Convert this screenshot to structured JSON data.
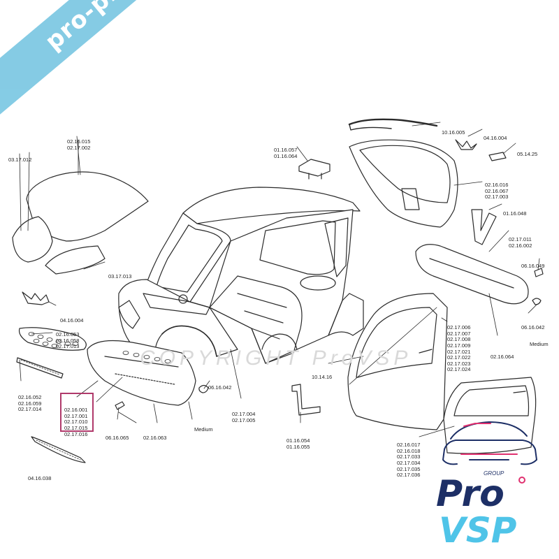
{
  "banner": {
    "text": "pro-piece-vsp.com"
  },
  "watermark": {
    "text": "COPYRIGHT ProVSP"
  },
  "logo": {
    "group_text": "GROUP",
    "top_word": "Pro",
    "bottom_word": "VSP",
    "colors": {
      "navy": "#1d2f66",
      "cyan": "#4fc4e8",
      "pink": "#e0306f"
    }
  },
  "highlight_color": "#b03a6b",
  "labels": {
    "hood_codes": [
      "02.16.015",
      "02.17.002"
    ],
    "windshield_code": [
      "03.17.012"
    ],
    "roof_panel_code": [
      "03.17.013"
    ],
    "rear_emblem_code": [
      "04.16.004"
    ],
    "grille_codes": [
      "02.16.053",
      "02.16.058",
      "02.17.013"
    ],
    "side_grille_codes": [
      "02.16.052",
      "02.16.059",
      "02.17.014"
    ],
    "bumper_codes": [
      "02.16.001",
      "02.17.001",
      "02.17.010",
      "02.17.015",
      "02.17.016"
    ],
    "screw_code": [
      "06.16.065"
    ],
    "bumper_medium_code": [
      "02.16.063"
    ],
    "bumper_medium_text": [
      "Medium"
    ],
    "bottom_grille_code": [
      "04.16.038"
    ],
    "hinge_codes": [
      "01.16.057",
      "01.16.064"
    ],
    "clip_center_code": [
      "06.16.042"
    ],
    "body_codes": [
      "02.17.004",
      "02.17.005"
    ],
    "bracket_codes": [
      "01.16.054",
      "01.16.055"
    ],
    "door_seal_code": [
      "10.14.16"
    ],
    "weatherstrip_code": [
      "10.16.005"
    ],
    "emblem_right_code": [
      "04.16.004"
    ],
    "badge_code": [
      "05.14.25"
    ],
    "tailgate_codes": [
      "02.16.016",
      "02.16.067",
      "02.17.003"
    ],
    "strut_code": [
      "01.16.048"
    ],
    "rear_bumper_codes": [
      "02.17.011",
      "02.16.002"
    ],
    "screw_right_code": [
      "06.16.049"
    ],
    "clip_right_code": [
      "06.16.042"
    ],
    "medium_right_text": [
      "Medium"
    ],
    "rear_bumper_medium_code": [
      "02.16.064"
    ],
    "front_door_codes": [
      "02.17.006",
      "02.17.007",
      "02.17.008",
      "02.17.009",
      "02.17.021",
      "02.17.022",
      "02.17.023",
      "02.17.024"
    ],
    "rear_door_codes": [
      "02.16.017",
      "02.16.018",
      "02.17.033",
      "02.17.034",
      "02.17.035",
      "02.17.036"
    ]
  }
}
